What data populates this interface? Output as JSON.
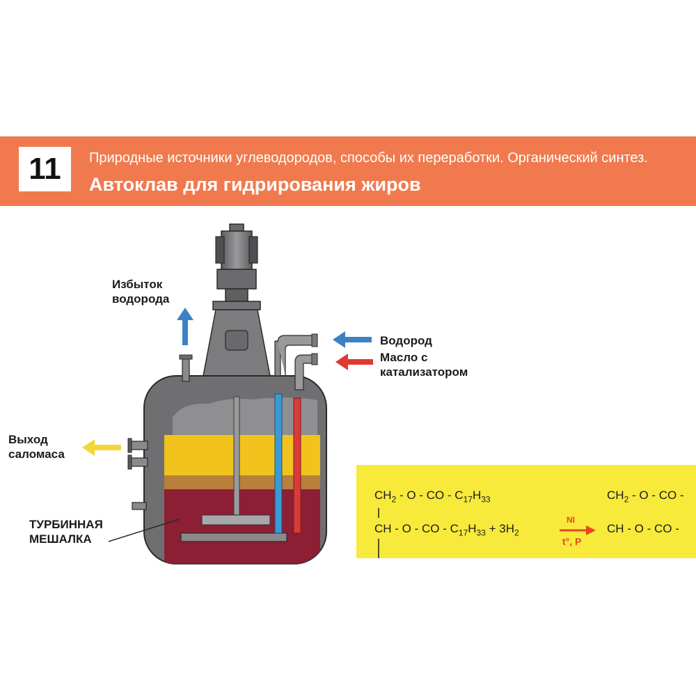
{
  "header": {
    "number": "11",
    "subtitle": "Природные источники углеводородов, способы их переработки. Органический синтез.",
    "title": "Автоклав для гидрирования жиров"
  },
  "labels": {
    "excess_hydrogen": [
      "Избыток",
      "водорода"
    ],
    "hydrogen": "Водород",
    "oil_with_catalyst": [
      "Масло с",
      "катализатором"
    ],
    "salomas_output": [
      "Выход",
      "саломаса"
    ],
    "turbine_mixer": [
      "ТУРБИННАЯ",
      "МЕШАЛКА"
    ]
  },
  "reaction": {
    "row1_left": [
      "CH",
      "2",
      " - O - CO - C",
      "17",
      "H",
      "33"
    ],
    "row2_left": [
      "CH - O - CO - C",
      "17",
      "H",
      "33",
      " + 3H",
      "2"
    ],
    "row1_right": [
      "CH",
      "2",
      " - O - CO -"
    ],
    "row2_right": "CH  - O - CO -",
    "catalyst": "NI",
    "conditions": "t°, P"
  },
  "colors": {
    "banner": "#f07a4e",
    "hydrogen_arrow": "#3b82c4",
    "oil_arrow": "#e03a2f",
    "output_arrow": "#f5d53a",
    "vessel": "#6f6f72",
    "fat_layer": "#f2c21d",
    "product_layer": "#8c1f33",
    "formula_panel": "#f7ea3b"
  }
}
